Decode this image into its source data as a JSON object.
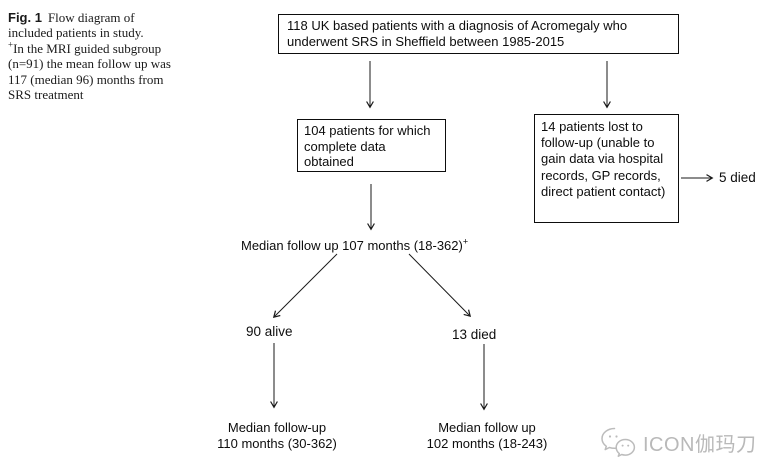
{
  "caption": {
    "fig_label": "Fig. 1",
    "line1": "Flow diagram of",
    "line2": "included patients in study.",
    "footnote_sup": "+",
    "line3": "In the MRI guided subgroup",
    "line4": "(n=91) the mean follow up was",
    "line5": "117 (median 96) months from",
    "line6": "SRS treatment"
  },
  "flowchart": {
    "box_total": "118 UK based patients with a diagnosis of Acromegaly who underwent SRS in Sheffield between 1985-2015",
    "box_complete": "104 patients for which complete data obtained",
    "box_lost": "14 patients lost to follow-up (unable to gain data via hospital records, GP records, direct patient contact)",
    "label_lost_died": "5 died",
    "label_median_all": "Median follow up 107 months (18-362)",
    "label_median_all_sup": "+",
    "label_alive": "90 alive",
    "label_died": "13 died",
    "label_median_alive_line1": "Median follow-up",
    "label_median_alive_line2": "110 months (30-362)",
    "label_median_died_line1": "Median follow up",
    "label_median_died_line2": "102 months (18-243)"
  },
  "watermark": {
    "icon": "wechat-icon",
    "text": "ICON伽玛刀",
    "color": "#b9b9b9"
  },
  "colors": {
    "background": "#ffffff",
    "text": "#0d0d0d",
    "box_border": "#0d0d0d",
    "arrow": "#1a1a1a"
  }
}
